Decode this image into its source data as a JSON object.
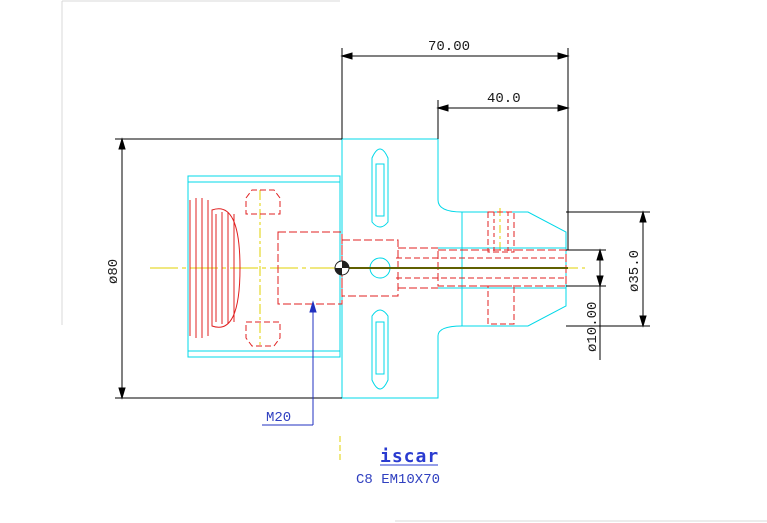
{
  "dimensions": {
    "total_length": "70.00",
    "shank_length": "40.0",
    "outer_diameter": "ø80",
    "shank_diameter": "ø35.0",
    "bore_diameter": "ø10.00",
    "thread": "M20"
  },
  "title_block": {
    "logo": "iscar",
    "part_number": "C8 EM10X70"
  },
  "colors": {
    "dimension": "#000000",
    "outline": "#00d8e8",
    "hidden": "#e02020",
    "centerline": "#e0d000",
    "leader": "#2030c0"
  }
}
